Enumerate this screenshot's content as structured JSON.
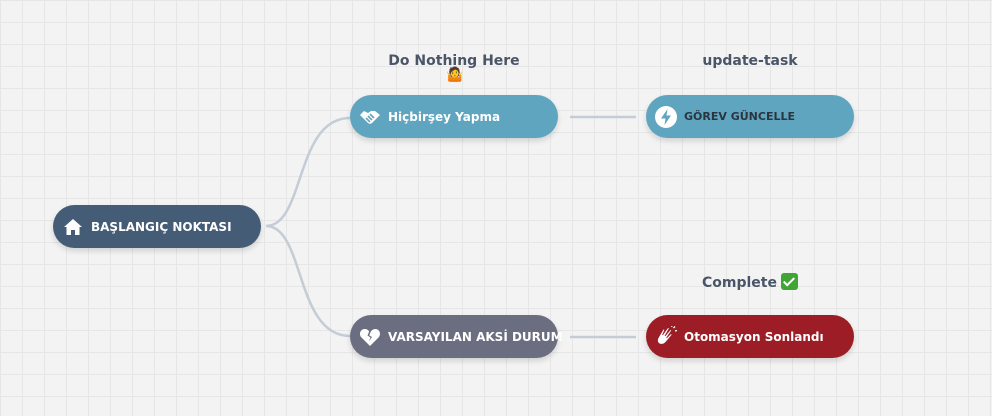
{
  "nodes": {
    "start": {
      "label": "BAŞLANGIÇ NOKTASI",
      "color": "#445c75",
      "icon": "home-icon"
    },
    "do_nothing": {
      "label": "Hiçbirşey Yapma",
      "color": "#60a5c0",
      "icon": "handshake-icon",
      "caption": "Do Nothing Here"
    },
    "update_task": {
      "label": "GÖREV GÜNCELLE",
      "color": "#60a5c0",
      "text_color": "#2a3540",
      "icon": "lightning-icon",
      "caption": "update-task"
    },
    "default_case": {
      "label": "VARSAYILAN AKSİ DURUM",
      "color": "#6b6e80",
      "icon": "broken-heart-icon"
    },
    "automation_ended": {
      "label": "Otomasyon Sonlandı",
      "color": "#9c1d25",
      "icon": "clapping-hands-icon",
      "caption": "Complete"
    }
  },
  "connector_color": "#c4ccd6"
}
